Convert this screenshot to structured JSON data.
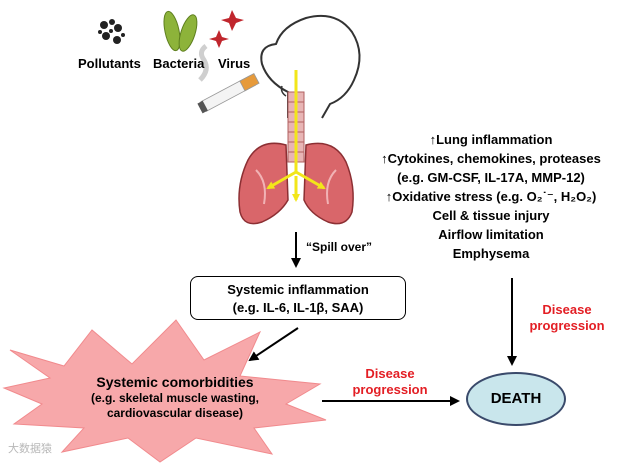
{
  "icons": {
    "pollutants_label": "Pollutants",
    "bacteria_label": "Bacteria",
    "virus_label": "Virus"
  },
  "lung": {
    "spill_over_label": "“Spill over”"
  },
  "effects": [
    {
      "arrow": "↑",
      "text": "Lung inflammation"
    },
    {
      "arrow": "↑",
      "text": "Cytokines, chemokines, proteases"
    },
    {
      "arrow": "",
      "text": "(e.g. GM-CSF, IL-17A, MMP-12)"
    },
    {
      "arrow": "↑",
      "text": "Oxidative stress (e.g. O₂˙⁻, H₂O₂)"
    },
    {
      "arrow": "",
      "text": "Cell & tissue injury"
    },
    {
      "arrow": "",
      "text": "Airflow limitation"
    },
    {
      "arrow": "",
      "text": "Emphysema"
    }
  ],
  "systemic_inflammation": {
    "title": "Systemic inflammation",
    "subtitle": "(e.g. IL-6, IL-1β, SAA)"
  },
  "comorbidities": {
    "title": "Systemic comorbidities",
    "line2": "(e.g. skeletal muscle wasting,",
    "line3": "cardiovascular disease)"
  },
  "disease_progression_right": {
    "line1": "Disease",
    "line2": "progression"
  },
  "disease_progression_bottom": {
    "line1": "Disease",
    "line2": "progression"
  },
  "death_label": "DEATH",
  "watermark": "大数据猿",
  "colors": {
    "lung_fill": "#d9666a",
    "airway_arrow": "#f2e61a",
    "burst_fill": "#f7a8aa",
    "death_fill": "#c9e6ec",
    "progression_text": "#e31e24"
  }
}
